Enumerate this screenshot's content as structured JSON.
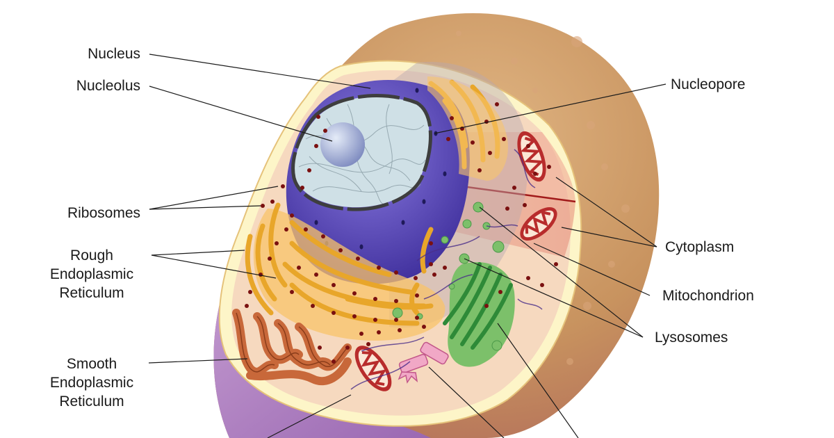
{
  "diagram": {
    "labels": {
      "nucleus": "Nucleus",
      "nucleolus": "Nucleolus",
      "ribosomes": "Ribosomes",
      "rough_er": "Rough\nEndoplasmic\nReticulum",
      "smooth_er": "Smooth\nEndoplasmic\nReticulum",
      "nucleopore": "Nucleopore",
      "cytoplasm": "Cytoplasm",
      "mitochondrion": "Mitochondrion",
      "lysosomes": "Lysosomes"
    },
    "colors": {
      "outer_membrane_fill": "#c98f60",
      "cell_interior": "#f6d9bf",
      "membrane_rim": "#fdf5c8",
      "nucleus_envelope": "#5a48b8",
      "nucleoplasm": "#c9dde6",
      "nucleolus": "#a9b4d6",
      "rough_er": "#f5b449",
      "smooth_er": "#c8683a",
      "mitochondrion": "#b82c2c",
      "golgi": "#3d9b46",
      "lysosome": "#7cc06a",
      "ribosome": "#7a1010",
      "centriole": "#e58ab4",
      "cytoplasm_cut": "#e79a84"
    }
  }
}
